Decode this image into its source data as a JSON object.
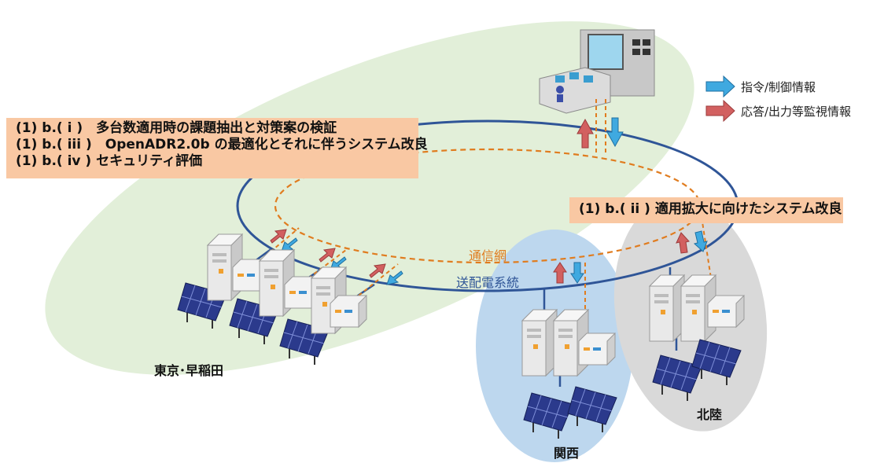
{
  "boxes": {
    "main": [
      "(1) b.( i )　多台数適用時の課題抽出と対策案の検証",
      "(1) b.( iii )　OpenADR2.0b の最適化とそれに伴うシステム改良",
      "(1) b.( iv ) セキュリティ評価"
    ],
    "side": "(1) b.( ii ) 適用拡大に向けたシステム改良"
  },
  "legend": {
    "command": "指令/制御情報",
    "response": "応答/出力等監視情報"
  },
  "labels": {
    "network": "通信網",
    "grid": "送配電系統"
  },
  "regions": {
    "tokyo": "東京･早稲田",
    "kansai": "関西",
    "hokuriku": "北陸"
  },
  "colors": {
    "tokyo_region": "#e2efd9",
    "kansai_region": "#bdd7ee",
    "hokuriku_region": "#d9d9d9",
    "grid_line": "#2f5597",
    "network_line": "#e07c1f",
    "command_arrow": "#3fa9e0",
    "response_arrow": "#d26060",
    "box_fill": "#f9c8a3"
  }
}
